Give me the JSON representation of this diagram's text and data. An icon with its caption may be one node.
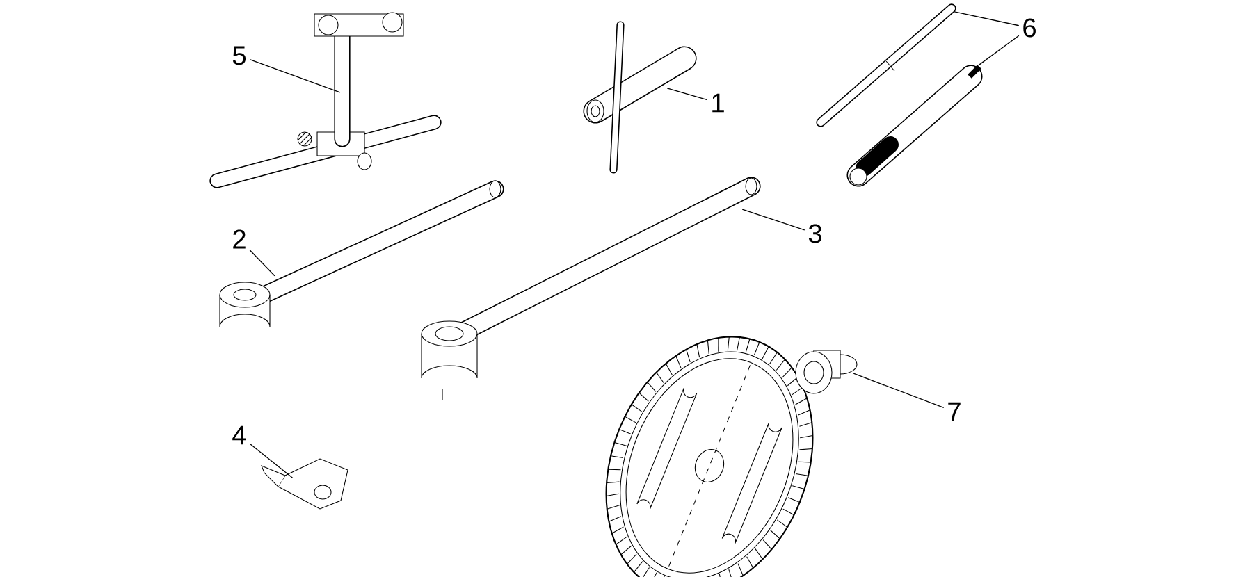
{
  "diagram": {
    "nodes": [
      {
        "text": [
          "1"
        ]
      },
      {
        "text": [
          "2"
        ]
      },
      {
        "text": [
          "3"
        ]
      },
      {
        "text": [
          "4"
        ]
      },
      {
        "text": [
          "5"
        ]
      },
      {
        "text": [
          "6"
        ]
      },
      {
        "text": [
          "7"
        ]
      },
      {
        "text": [],
        "shape": "picture"
      },
      {
        "text": [],
        "shape": "picture"
      },
      {
        "text": [],
        "shape": "picture"
      },
      {
        "text": [],
        "shape": "picture"
      },
      {
        "text": [],
        "shape": "picture"
      },
      {
        "text": [],
        "shape": "picture"
      },
      {
        "text": [],
        "shape": "picture"
      },
      {
        "text": [],
        "shape": "picture"
      }
    ],
    "edges": [
      {
        "from": 0,
        "to": 7,
        "arrow": "none"
      },
      {
        "from": 1,
        "to": 8,
        "arrow": "none"
      },
      {
        "from": 2,
        "to": 9,
        "arrow": "none"
      },
      {
        "from": 3,
        "to": 10,
        "arrow": "none"
      },
      {
        "from": 4,
        "to": 11,
        "arrow": "none"
      },
      {
        "from": 5,
        "to": 12,
        "arrow": "none"
      },
      {
        "from": 5,
        "to": 13,
        "arrow": "none"
      },
      {
        "from": 6,
        "to": 14,
        "arrow": "none"
      }
    ]
  }
}
